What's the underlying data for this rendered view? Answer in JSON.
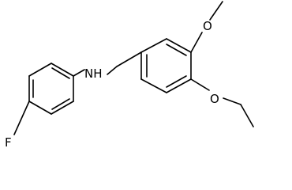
{
  "molecule": {
    "atom_labels": {
      "nitrogen": "NH",
      "fluorine": "F",
      "oxygen_methoxy": "O",
      "oxygen_ethoxy": "O"
    },
    "colors": {
      "bond": "#000000",
      "label": "#000000",
      "background": "#ffffff"
    }
  }
}
